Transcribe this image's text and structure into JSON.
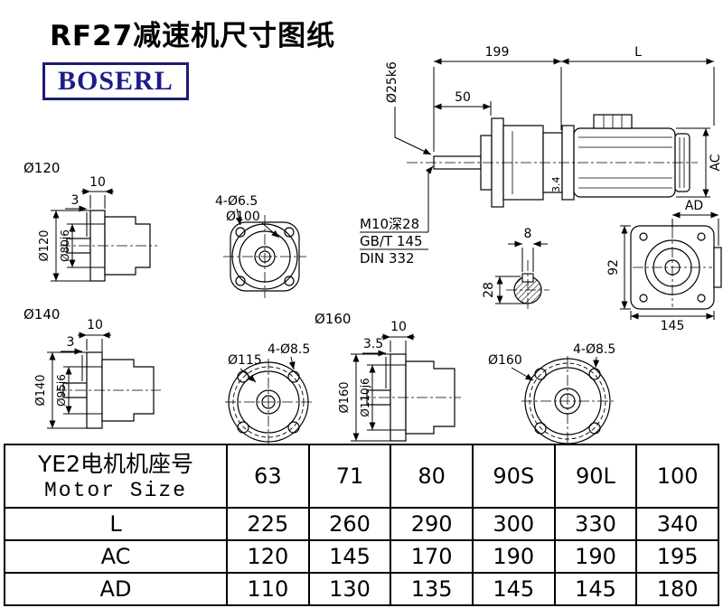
{
  "page": {
    "title": "RF27减速机尺寸图纸",
    "logo_text": "BOSERL"
  },
  "main_view": {
    "dim_199": "199",
    "dim_L": "L",
    "dim_50": "50",
    "dim_shaft_dia": "Ø25k6",
    "dim_AC": "AC",
    "dim_3_4": "3.4",
    "tap_line1": "M10深28",
    "tap_line2": "GB/T 145",
    "tap_line3": "DIN 332"
  },
  "shaft_section": {
    "dim_key_width": "8",
    "dim_28": "28"
  },
  "rear_view": {
    "dim_AD": "AD",
    "dim_92": "92",
    "dim_145": "145"
  },
  "flange_120_view": {
    "title": "Ø120",
    "dim_10": "10",
    "dim_3": "3",
    "dim_dia": "Ø120",
    "dim_pilot": "Ø80j6"
  },
  "face_100_view": {
    "dim_holes": "4-Ø6.5",
    "dim_dia": "Ø100"
  },
  "flange_140_view": {
    "title": "Ø140",
    "dim_10": "10",
    "dim_3": "3",
    "dim_dia": "Ø140",
    "dim_pilot": "Ø95j6"
  },
  "face_115_view": {
    "dim_dia": "Ø115",
    "dim_holes": "4-Ø8.5"
  },
  "flange_160_view": {
    "title": "Ø160",
    "dim_10": "10",
    "dim_3_5": "3.5",
    "dim_dia": "Ø160",
    "dim_pilot": "Ø110j6"
  },
  "face_160_view": {
    "dim_dia": "Ø160",
    "dim_holes": "4-Ø8.5"
  },
  "table": {
    "header_cn": "YE2电机机座号",
    "header_en": "Motor Size",
    "sizes": [
      "63",
      "71",
      "80",
      "90S",
      "90L",
      "100"
    ],
    "rows": [
      {
        "label": "L",
        "values": [
          "225",
          "260",
          "290",
          "300",
          "330",
          "340"
        ]
      },
      {
        "label": "AC",
        "values": [
          "120",
          "145",
          "170",
          "190",
          "190",
          "195"
        ]
      },
      {
        "label": "AD",
        "values": [
          "110",
          "130",
          "135",
          "145",
          "145",
          "180"
        ]
      }
    ]
  }
}
